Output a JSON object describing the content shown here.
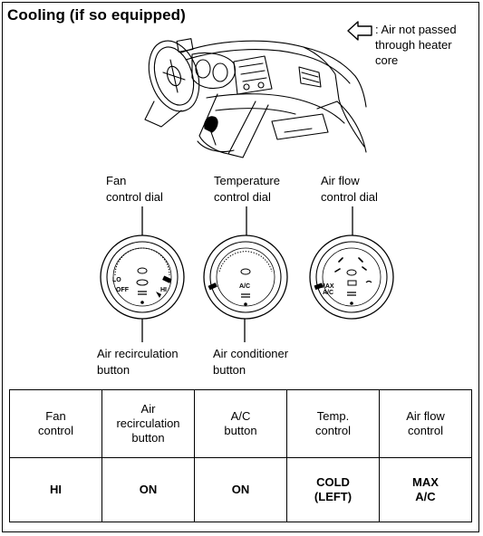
{
  "heading": "Cooling (if so equipped)",
  "legend": {
    "icon": "outline-left-arrow-icon",
    "text_lines": [
      ": Air not passed",
      "through heater",
      "core"
    ]
  },
  "labels": {
    "fan_dial": [
      "Fan",
      "control dial"
    ],
    "temp_dial": [
      "Temperature",
      "control dial"
    ],
    "airflow_dial": [
      "Air flow",
      "control dial"
    ],
    "recirc_button": [
      "Air recirculation",
      "button"
    ],
    "ac_button": [
      "Air conditioner",
      "button"
    ]
  },
  "dials": {
    "fan": {
      "lo": "LO",
      "off": "OFF",
      "hi": "HI"
    },
    "temp": {
      "ac": "A/C"
    },
    "airflow": {
      "max": "MAX",
      "ac": "A/C"
    }
  },
  "table": {
    "headers": [
      [
        "Fan",
        "control"
      ],
      [
        "Air",
        "recirculation",
        "button"
      ],
      [
        "A/C",
        "button"
      ],
      [
        "Temp.",
        "control"
      ],
      [
        "Air flow",
        "control"
      ]
    ],
    "values": [
      [
        "HI"
      ],
      [
        "ON"
      ],
      [
        "ON"
      ],
      [
        "COLD",
        "(LEFT)"
      ],
      [
        "MAX",
        "A/C"
      ]
    ]
  }
}
